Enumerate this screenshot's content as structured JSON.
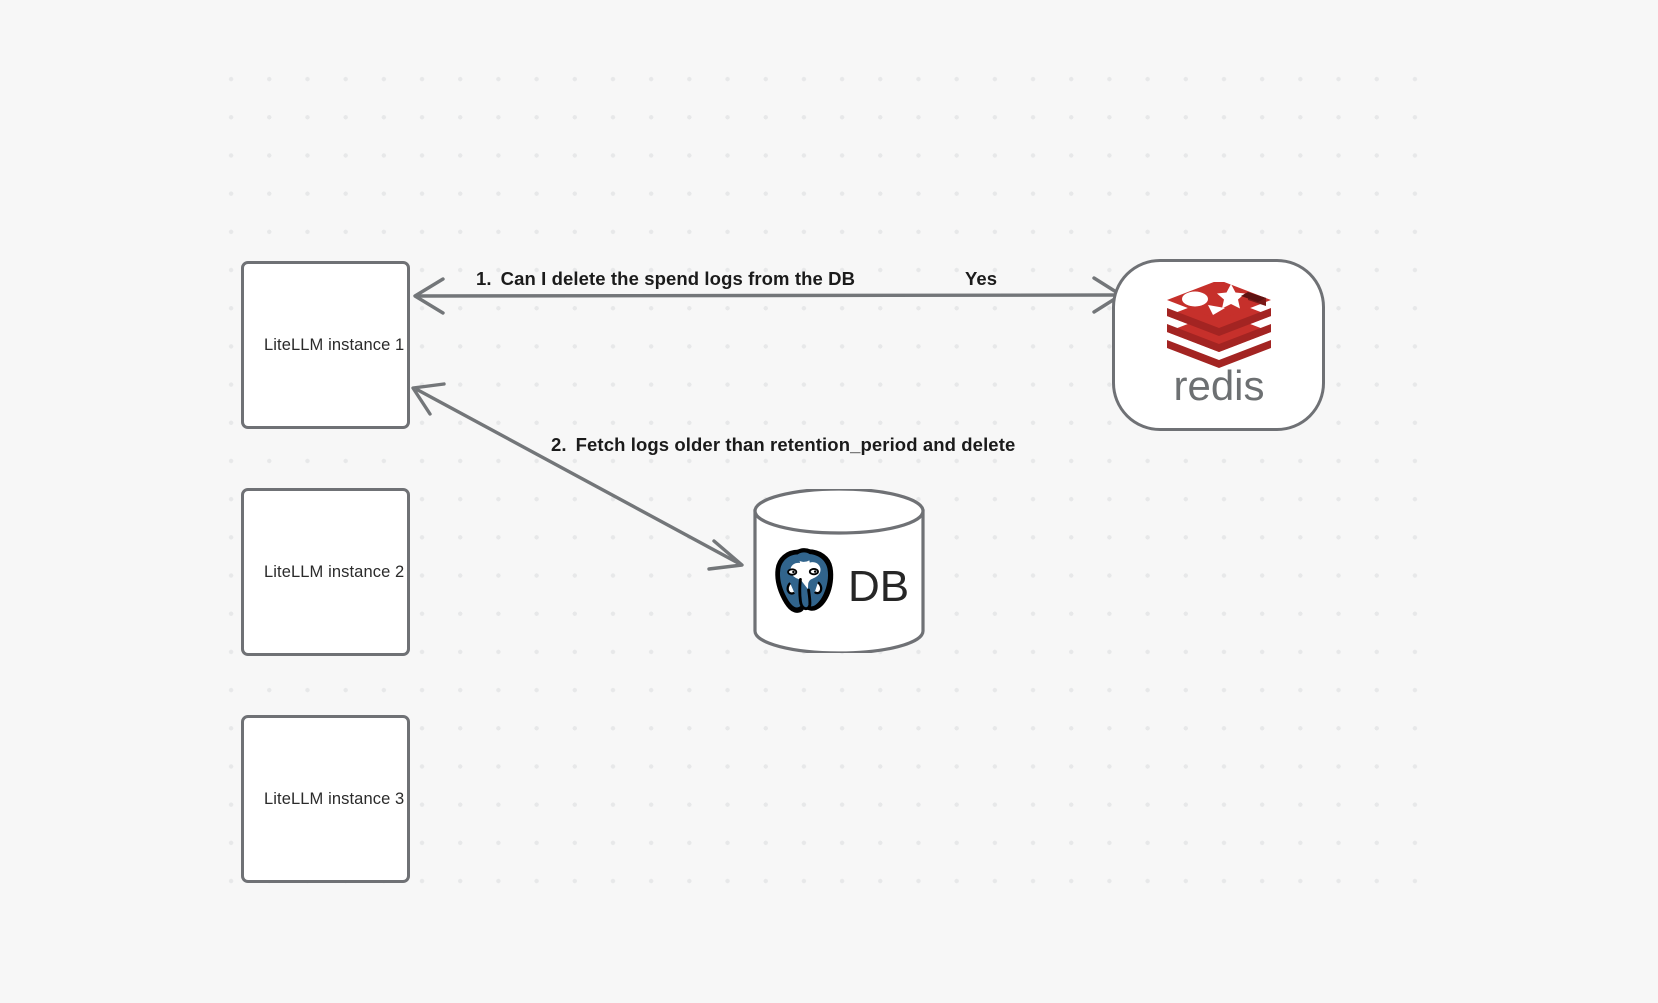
{
  "canvas": {
    "background_color": "#f7f7f7",
    "grid_dot_color": "#e7e8e9",
    "node_border_color": "#6f7175",
    "connector_color": "#737679"
  },
  "nodes": {
    "litellm_instances": [
      {
        "id": "litellm-1",
        "label": "LiteLLM instance 1"
      },
      {
        "id": "litellm-2",
        "label": "LiteLLM instance 2"
      },
      {
        "id": "litellm-3",
        "label": "LiteLLM instance 3"
      }
    ],
    "redis": {
      "id": "redis-node",
      "logo_wordmark": "redis",
      "logo_color": "#c6302b",
      "wordmark_color": "#6d7072"
    },
    "database": {
      "id": "db-node",
      "label": "DB",
      "logo_name": "postgresql-elephant-icon",
      "logo_color": "#31648c"
    }
  },
  "edges": [
    {
      "id": "edge-1",
      "from": "redis",
      "to": "litellm-1",
      "bidirectional": true,
      "step_number": "1.",
      "label": "Can I delete the spend logs from the DB",
      "answer": "Yes"
    },
    {
      "id": "edge-2",
      "from": "db",
      "to": "litellm-1",
      "bidirectional": true,
      "step_number": "2.",
      "label": "Fetch logs older than retention_period and delete"
    }
  ]
}
